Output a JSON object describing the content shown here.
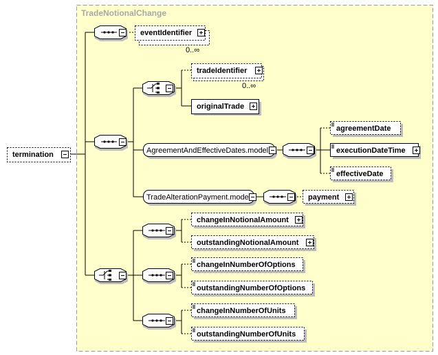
{
  "group": {
    "title": "TradeNotionalChange"
  },
  "root": {
    "label": "termination"
  },
  "elements": {
    "eventIdentifier": "eventIdentifier",
    "eventIdentifier_occ": "0..∞",
    "tradeIdentifier": "tradeIdentifier",
    "tradeIdentifier_occ": "0..∞",
    "originalTrade": "originalTrade",
    "agreementAndEffectiveDatesModel": "AgreementAndEffectiveDates.model",
    "agreementDate": "agreementDate",
    "executionDateTime": "executionDateTime",
    "effectiveDate": "effectiveDate",
    "tradeAlterationPaymentModel": "TradeAlterationPayment.model",
    "payment": "payment",
    "changeInNotionalAmount": "changeInNotionalAmount",
    "outstandingNotionalAmount": "outstandingNotionalAmount",
    "changeInNumberOfOptions": "changeInNumberOfOptions",
    "outstandingNumberOfOptions": "outstandingNumberOfOptions",
    "changeInNumberOfUnits": "changeInNumberOfUnits",
    "outstandingNumberOfUnits": "outstandingNumberOfUnits"
  },
  "colors": {
    "group_fill": "#ffffcc",
    "group_border": "#9a9a9a",
    "title": "#a8a8a8",
    "shadow": "#bcbcbc"
  }
}
